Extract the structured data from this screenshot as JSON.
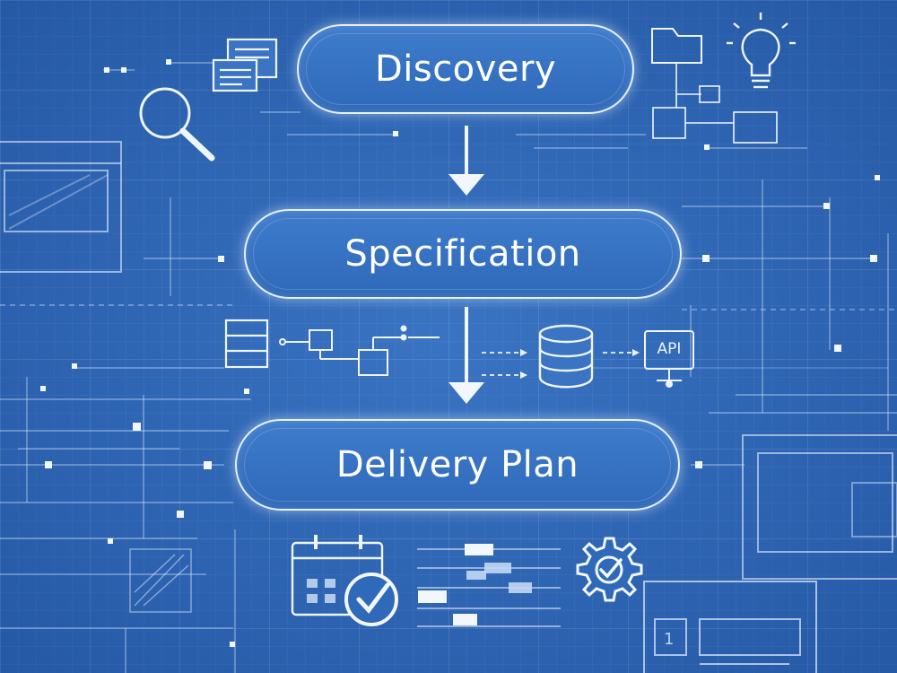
{
  "steps": [
    {
      "label": "Discovery"
    },
    {
      "label": "Specification"
    },
    {
      "label": "Delivery Plan"
    }
  ],
  "icons": {
    "api_label": "API"
  },
  "colors": {
    "background": "#2e68b8",
    "line": "#e7f1ff",
    "pill_fill": "#3a76c6"
  }
}
